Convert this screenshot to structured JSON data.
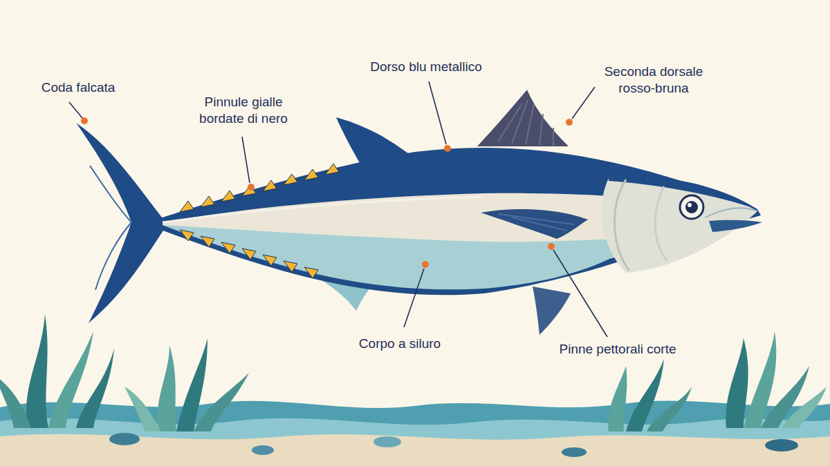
{
  "diagram": {
    "labels": [
      "Coda falcata",
      "Pinnule gialle bordate di nero",
      "Dorso blu metallico",
      "Seconda dorsale rosso-bruna",
      "Corpo a siluro",
      "Pinne pettorali corte"
    ]
  }
}
